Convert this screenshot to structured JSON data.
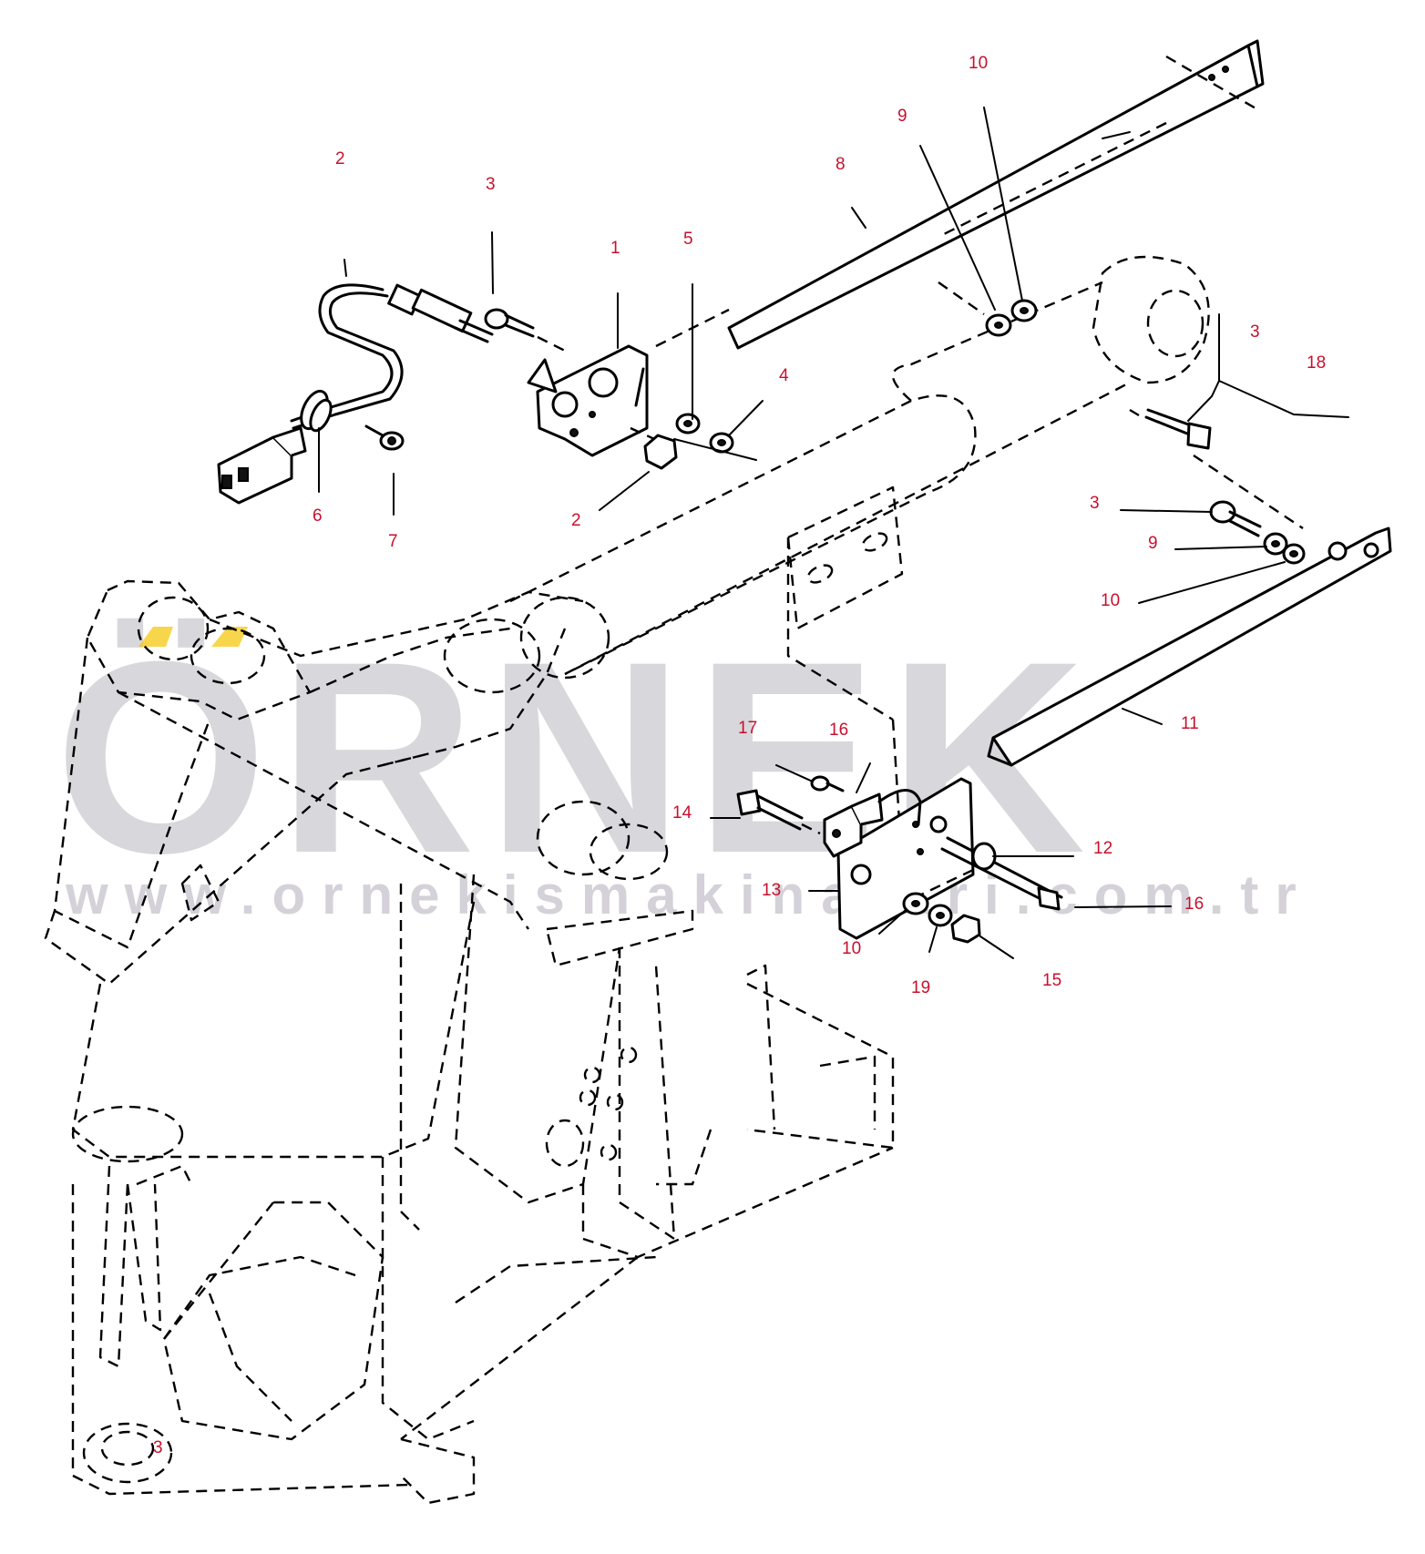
{
  "diagram": {
    "watermark": {
      "brand": "ÖRNEK",
      "url": "www.ornekismakinalari.com.tr",
      "accent_color": "#f5c400",
      "text_color": "#c9c7ce"
    },
    "label_color": "#c8102e",
    "callouts": [
      {
        "id": "c-2-top",
        "text": "2"
      },
      {
        "id": "c-3-top",
        "text": "3"
      },
      {
        "id": "c-1",
        "text": "1"
      },
      {
        "id": "c-5",
        "text": "5"
      },
      {
        "id": "c-4",
        "text": "4"
      },
      {
        "id": "c-2-mid",
        "text": "2"
      },
      {
        "id": "c-6",
        "text": "6"
      },
      {
        "id": "c-7",
        "text": "7"
      },
      {
        "id": "c-8",
        "text": "8"
      },
      {
        "id": "c-9-top",
        "text": "9"
      },
      {
        "id": "c-10-top",
        "text": "10"
      },
      {
        "id": "c-3-right",
        "text": "3"
      },
      {
        "id": "c-18",
        "text": "18"
      },
      {
        "id": "c-3-mid",
        "text": "3"
      },
      {
        "id": "c-9-mid",
        "text": "9"
      },
      {
        "id": "c-10-mid",
        "text": "10"
      },
      {
        "id": "c-11",
        "text": "11"
      },
      {
        "id": "c-17",
        "text": "17"
      },
      {
        "id": "c-16-top",
        "text": "16"
      },
      {
        "id": "c-14",
        "text": "14"
      },
      {
        "id": "c-12",
        "text": "12"
      },
      {
        "id": "c-13",
        "text": "13"
      },
      {
        "id": "c-16-bot",
        "text": "16"
      },
      {
        "id": "c-10-bot",
        "text": "10"
      },
      {
        "id": "c-19",
        "text": "19"
      },
      {
        "id": "c-15",
        "text": "15"
      },
      {
        "id": "c-3-bot",
        "text": "3"
      }
    ]
  }
}
